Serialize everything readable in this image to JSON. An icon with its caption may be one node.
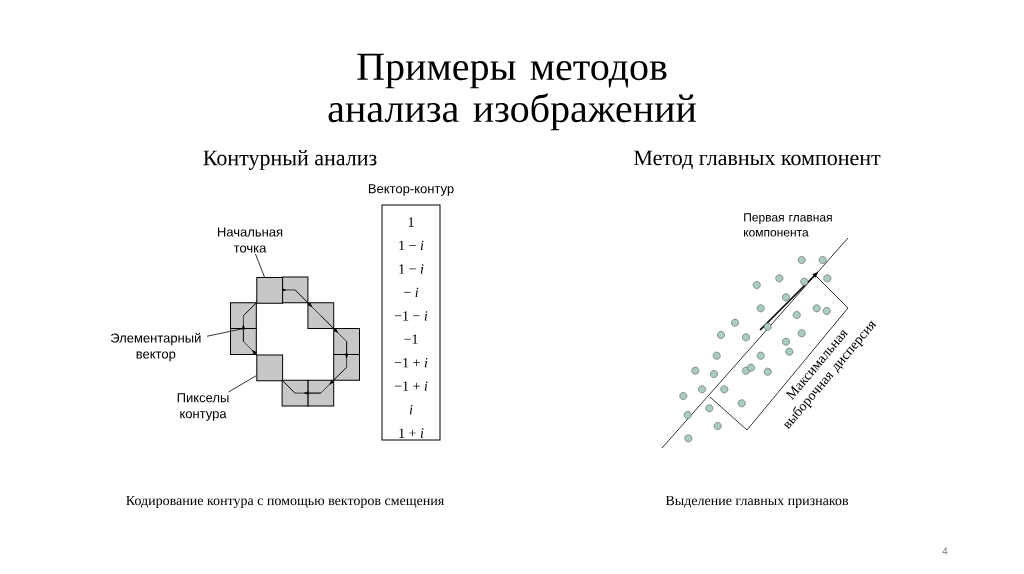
{
  "diagram": {
    "title": "Примеры методов анализа изображений",
    "nodes": [
      {
        "text": [
          "Начальная точка"
        ]
      },
      {
        "text": [
          "Элементарный вектор"
        ]
      },
      {
        "text": [
          "Пикселы контура"
        ]
      },
      {
        "text": [
          "Вектор-контур",
          "1",
          "1 − *i*",
          "1 − *i*",
          "− *i*",
          "−1 − *i*",
          "−1",
          "−1 + *i*",
          "−1 + *i*",
          "*i*",
          "1 + *i*"
        ]
      },
      {
        "text": [],
        "shape": "box"
      },
      {
        "text": [],
        "shape": "arrow"
      },
      {
        "text": [],
        "shape": "box"
      }
    ],
    "edges": [
      {
        "from": 0,
        "to": 4,
        "arrow": "none"
      },
      {
        "from": 1,
        "to": 5,
        "arrow": "none"
      },
      {
        "from": 2,
        "to": 6,
        "arrow": "none"
      }
    ],
    "labels": [
      "Контурный анализ",
      "Метод главных компонент",
      "Первая главная компонента",
      "Максимальная выборочная дисперсия",
      "Кодирование контура с помощью векторов смещения",
      "Выделение главных признаков",
      "4"
    ]
  }
}
